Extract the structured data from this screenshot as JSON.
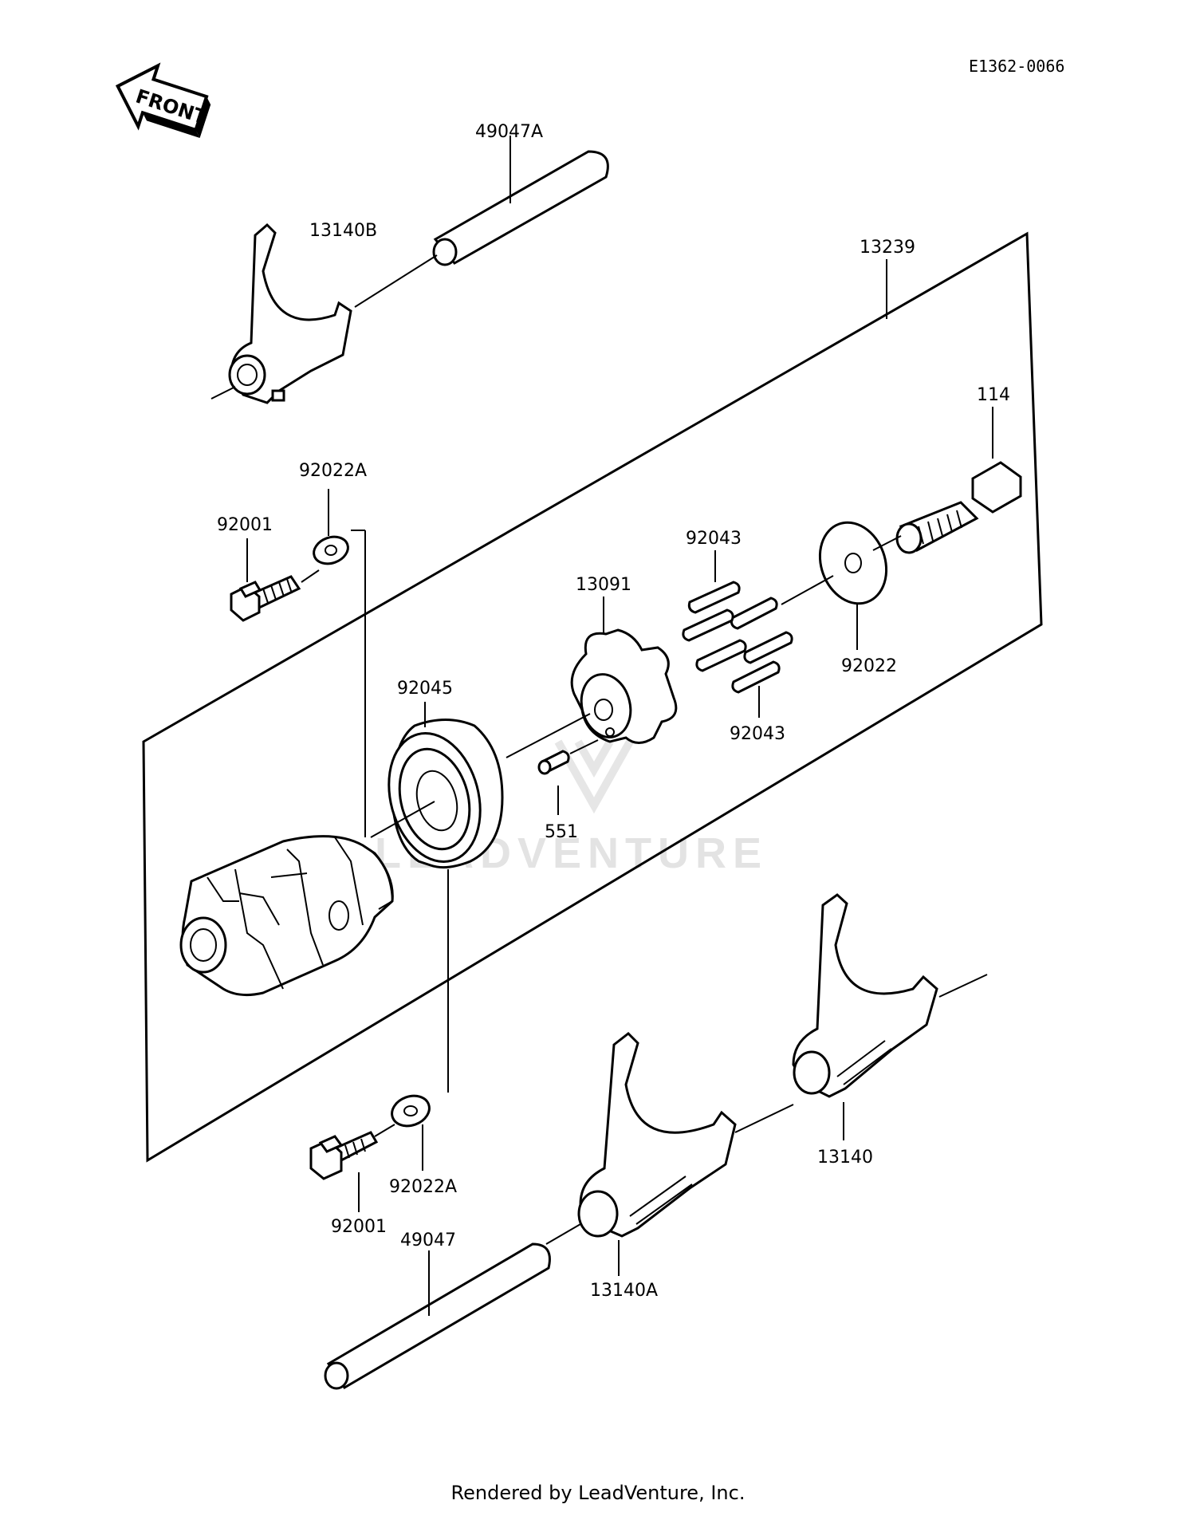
{
  "diagram_code": "E1362-0066",
  "front_label": "FRONT",
  "watermark": "LEADVENTURE",
  "footer": "Rendered by LeadVenture, Inc.",
  "parts": {
    "p49047A": "49047A",
    "p13140B": "13140B",
    "p13239": "13239",
    "p114": "114",
    "p92022A_top": "92022A",
    "p92001_top": "92001",
    "p92043_top": "92043",
    "p13091": "13091",
    "p92022": "92022",
    "p92043_bottom": "92043",
    "p92045": "92045",
    "p551": "551",
    "p92022A_bottom": "92022A",
    "p92001_bottom": "92001",
    "p13140": "13140",
    "p49047": "49047",
    "p13140A": "13140A"
  }
}
